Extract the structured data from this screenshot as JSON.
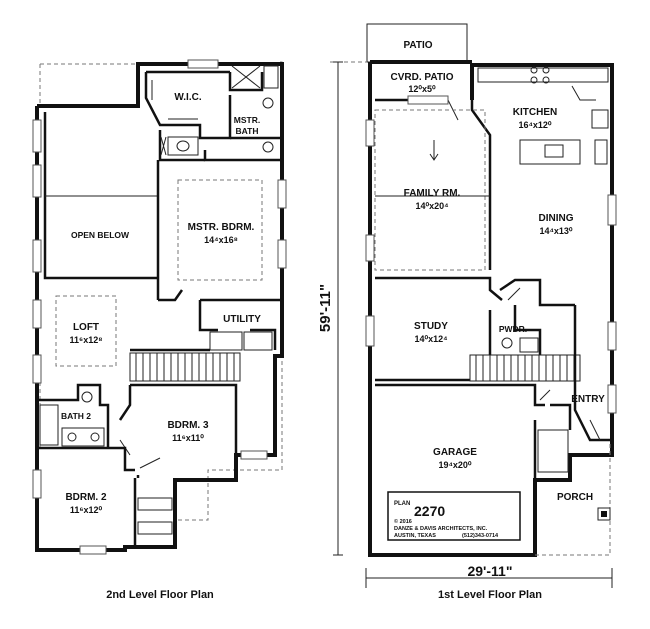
{
  "second_level": {
    "caption": "2nd Level Floor Plan",
    "rooms": {
      "wic": {
        "name": "W.I.C."
      },
      "mstr_bath": {
        "name1": "MSTR.",
        "name2": "BATH"
      },
      "open_below": {
        "name": "OPEN BELOW"
      },
      "mstr_bdrm": {
        "name": "MSTR. BDRM.",
        "dim": "14⁴x16⁸"
      },
      "loft": {
        "name": "LOFT",
        "dim": "11⁶x12⁸"
      },
      "utility": {
        "name": "UTILITY"
      },
      "bath2": {
        "name": "BATH 2"
      },
      "bdrm3": {
        "name": "BDRM. 3",
        "dim": "11⁶x11⁰"
      },
      "bdrm2": {
        "name": "BDRM. 2",
        "dim": "11⁶x12⁰"
      }
    }
  },
  "first_level": {
    "caption": "1st Level Floor Plan",
    "overall_depth": "59'-11\"",
    "overall_width": "29'-11\"",
    "rooms": {
      "patio": {
        "name": "PATIO"
      },
      "cvrd_patio": {
        "name": "CVRD. PATIO",
        "dim": "12⁰x5⁰"
      },
      "kitchen": {
        "name": "KITCHEN",
        "dim": "16⁴x12⁰"
      },
      "family": {
        "name": "FAMILY RM.",
        "dim": "14⁰x20⁴"
      },
      "dining": {
        "name": "DINING",
        "dim": "14⁴x13⁰"
      },
      "study": {
        "name": "STUDY",
        "dim": "14⁰x12⁴"
      },
      "pwdr": {
        "name": "PWDR."
      },
      "entry": {
        "name": "ENTRY"
      },
      "garage": {
        "name": "GARAGE",
        "dim": "19⁴x20⁰"
      },
      "porch": {
        "name": "PORCH"
      }
    },
    "plate": {
      "label": "PLAN",
      "number": "2270",
      "copyright": "© 2016",
      "firm": "DANZE & DAVIS ARCHITECTS, INC.",
      "city": "AUSTIN, TEXAS",
      "phone": "(512)343-0714"
    }
  }
}
